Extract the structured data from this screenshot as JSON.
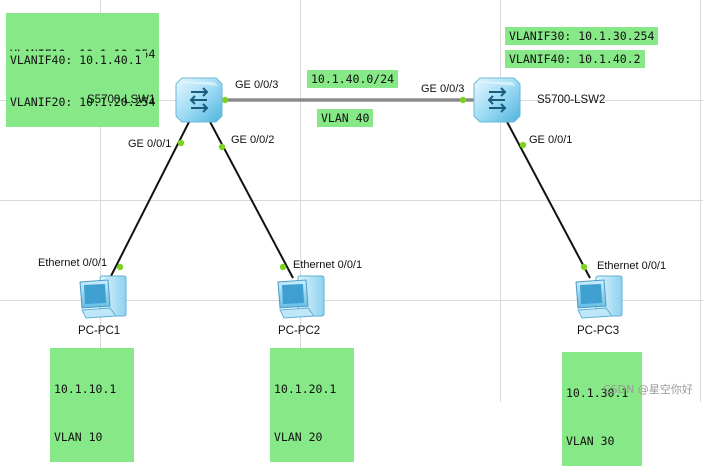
{
  "switches": [
    {
      "name": "S5700-LSW1"
    },
    {
      "name": "S5700-LSW2"
    }
  ],
  "pcs": [
    {
      "name": "PC-PC1",
      "port": "Ethernet 0/0/1",
      "ip": "10.1.10.1",
      "vlan": "VLAN 10"
    },
    {
      "name": "PC-PC2",
      "port": "Ethernet 0/0/1",
      "ip": "10.1.20.1",
      "vlan": "VLAN 20"
    },
    {
      "name": "PC-PC3",
      "port": "Ethernet 0/0/1",
      "ip": "10.1.30.1",
      "vlan": "VLAN 30"
    }
  ],
  "ports": {
    "lsw1_ge003": "GE 0/0/3",
    "lsw1_ge001": "GE 0/0/1",
    "lsw1_ge002": "GE 0/0/2",
    "lsw2_ge003": "GE 0/0/3",
    "lsw2_ge001": "GE 0/0/1"
  },
  "notes": {
    "lsw1_vlanif10": "VLANIF10: 10.1.10.254",
    "lsw1_vlanif20": "VLANIF20: 10.1.20.254",
    "lsw1_vlanif40": "VLANIF40: 10.1.40.1",
    "lsw2_vlanif30": "VLANIF30: 10.1.30.254",
    "lsw2_vlanif40": "VLANIF40: 10.1.40.2",
    "trunk_subnet": "10.1.40.0/24",
    "trunk_vlan": "VLAN 40"
  },
  "watermark": "CSDN @星空你好",
  "colors": {
    "note_bg": "#86e886",
    "link_dot": "#7ed321",
    "grid": "#d9d9d9"
  }
}
